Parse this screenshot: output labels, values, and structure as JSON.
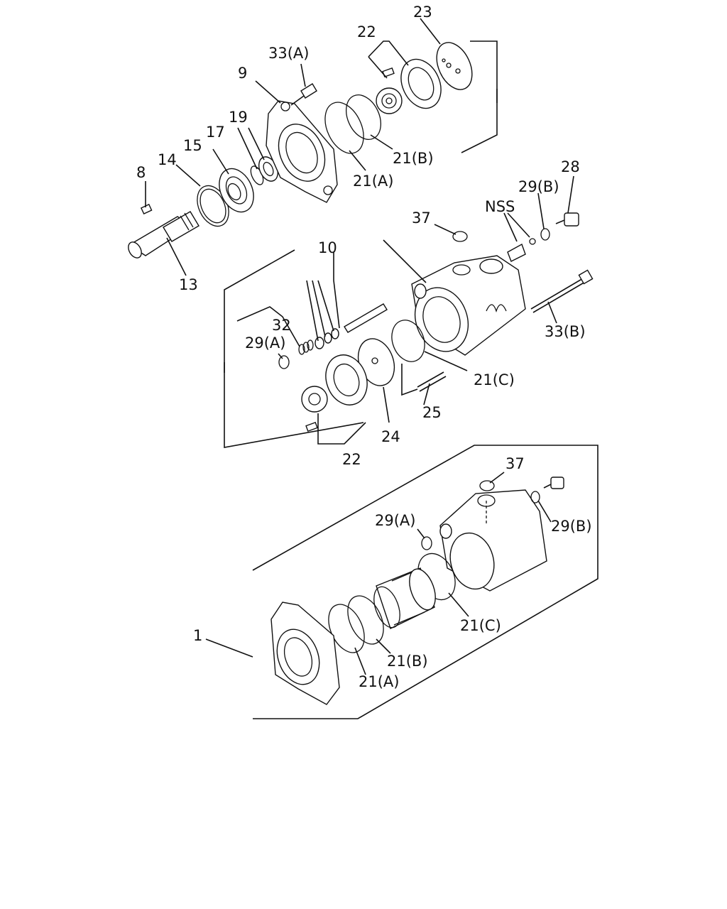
{
  "labels": {
    "l1": "1",
    "l8": "8",
    "l9": "9",
    "l10": "10",
    "l13": "13",
    "l14": "14",
    "l15": "15",
    "l17": "17",
    "l19": "19",
    "l21a_top": "21(A)",
    "l21b_top": "21(B)",
    "l21c_mid": "21(C)",
    "l21a_bot": "21(A)",
    "l21b_bot": "21(B)",
    "l21c_bot": "21(C)",
    "l22_top": "22",
    "l22_mid": "22",
    "l23": "23",
    "l24": "24",
    "l25": "25",
    "l28": "28",
    "l29a_mid": "29(A)",
    "l29b_mid": "29(B)",
    "l29a_bot": "29(A)",
    "l29b_bot": "29(B)",
    "l32": "32",
    "l33a": "33(A)",
    "l33b": "33(B)",
    "l37_mid": "37",
    "l37_bot": "37",
    "lnss": "NSS"
  }
}
